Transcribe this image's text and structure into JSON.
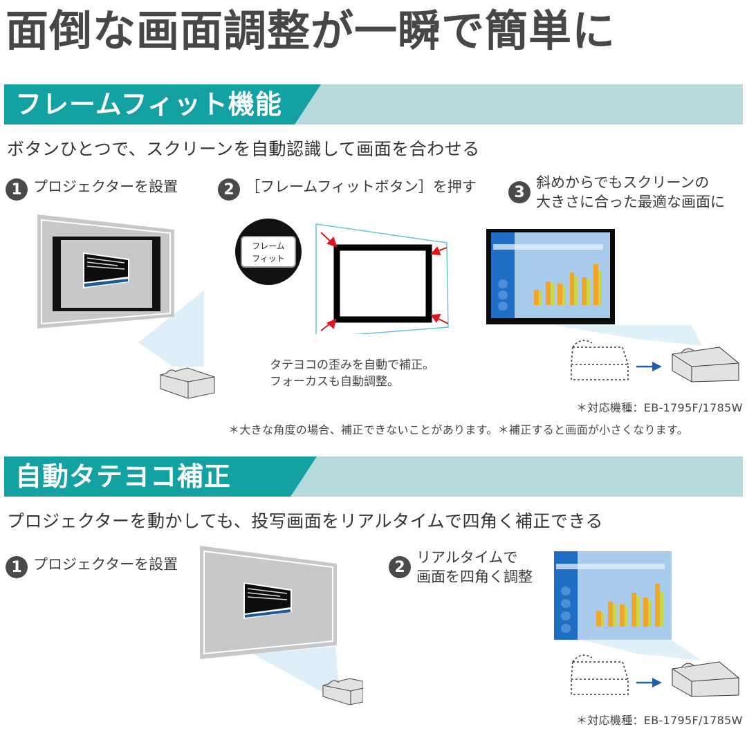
{
  "title": "面倒な画面調整が一瞬で簡単に",
  "colors": {
    "banner_dark": "#13a1a2",
    "banner_light": "#b6dadc",
    "title_text": "#474747",
    "step_badge": "#4a4a4a",
    "arrow_red": "#e0141e",
    "arrow_blue": "#1f5fa8"
  },
  "frame_fit": {
    "banner": "フレームフィット機能",
    "subtitle": "ボタンひとつで、スクリーンを自動認識して画面を合わせる",
    "steps": [
      {
        "num": "1",
        "text": "プロジェクターを設置"
      },
      {
        "num": "2",
        "text": "［フレームフィットボタン］を押す"
      },
      {
        "num": "3",
        "line1": "斜めからでもスクリーンの",
        "line2": "大きさに合った最適な画面に"
      }
    ],
    "button_label_line1": "フレーム",
    "button_label_line2": "フィット",
    "caption_line1": "タテヨコの歪みを自動で補正。",
    "caption_line2": "フォーカスも自動調整。",
    "model_note": "＊対応機種：EB-1795F/1785W",
    "disclaimer": "＊大きな角度の場合、補正できないことがあります。＊補正すると画面が小さくなります。"
  },
  "auto_keystone": {
    "banner": "自動タテヨコ補正",
    "subtitle": "プロジェクターを動かしても、投写画面をリアルタイムで四角く補正できる",
    "steps": [
      {
        "num": "1",
        "text": "プロジェクターを設置"
      },
      {
        "num": "2",
        "line1": "リアルタイムで",
        "line2": "画面を四角く調整"
      }
    ],
    "model_note": "＊対応機種：EB-1795F/1785W"
  }
}
